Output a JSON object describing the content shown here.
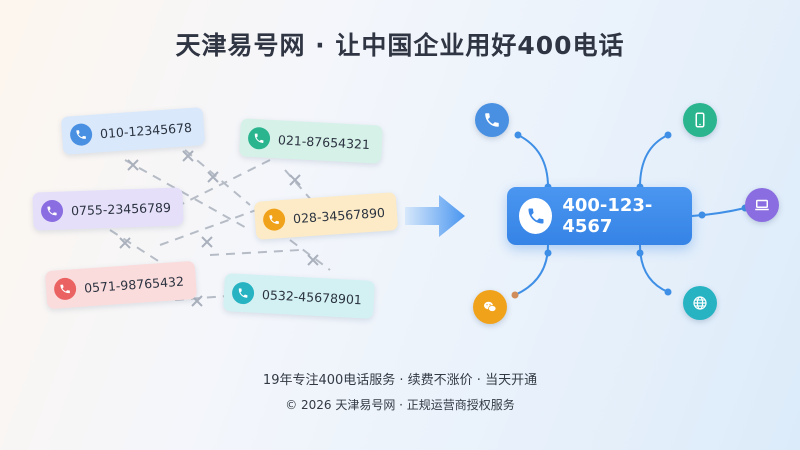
{
  "header": {
    "title": "天津易号网 · 让中国企业用好400电话"
  },
  "local_numbers": [
    {
      "number": "010-12345678",
      "color": "#4a90e2",
      "bg": "#d9e8fb"
    },
    {
      "number": "021-87654321",
      "color": "#2bb58f",
      "bg": "#d6f1e8"
    },
    {
      "number": "0755-23456789",
      "color": "#8a6de0",
      "bg": "#e6dffa"
    },
    {
      "number": "028-34567890",
      "color": "#f1a21b",
      "bg": "#fcebc6"
    },
    {
      "number": "0571-98765432",
      "color": "#ea6262",
      "bg": "#fbdcdc"
    },
    {
      "number": "0532-45678901",
      "color": "#27b3c2",
      "bg": "#d3f1f3"
    }
  ],
  "hub": {
    "number": "400-123-4567",
    "color": "#3a88ea"
  },
  "channels": [
    {
      "icon": "phone-icon",
      "color": "#4a90e2"
    },
    {
      "icon": "mobile-icon",
      "color": "#2bb58f"
    },
    {
      "icon": "laptop-icon",
      "color": "#8a6de0"
    },
    {
      "icon": "globe-icon",
      "color": "#27b3c2"
    },
    {
      "icon": "chat-icon",
      "color": "#f1a21b"
    }
  ],
  "footer": {
    "tagline": "19年专注400电话服务 · 续费不涨价 · 当天开通",
    "copyright": "© 2026 天津易号网 · 正规运营商授权服务"
  }
}
